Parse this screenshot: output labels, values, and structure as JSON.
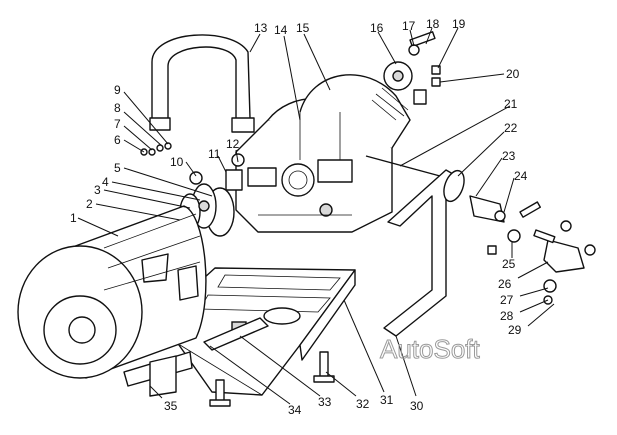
{
  "watermark": "AutoSoft",
  "labels": [
    "1",
    "2",
    "3",
    "4",
    "5",
    "6",
    "7",
    "8",
    "9",
    "10",
    "11",
    "12",
    "13",
    "14",
    "15",
    "16",
    "17",
    "18",
    "19",
    "20",
    "21",
    "22",
    "23",
    "24",
    "25",
    "26",
    "27",
    "28",
    "29",
    "30",
    "31",
    "32",
    "33",
    "34",
    "35"
  ]
}
